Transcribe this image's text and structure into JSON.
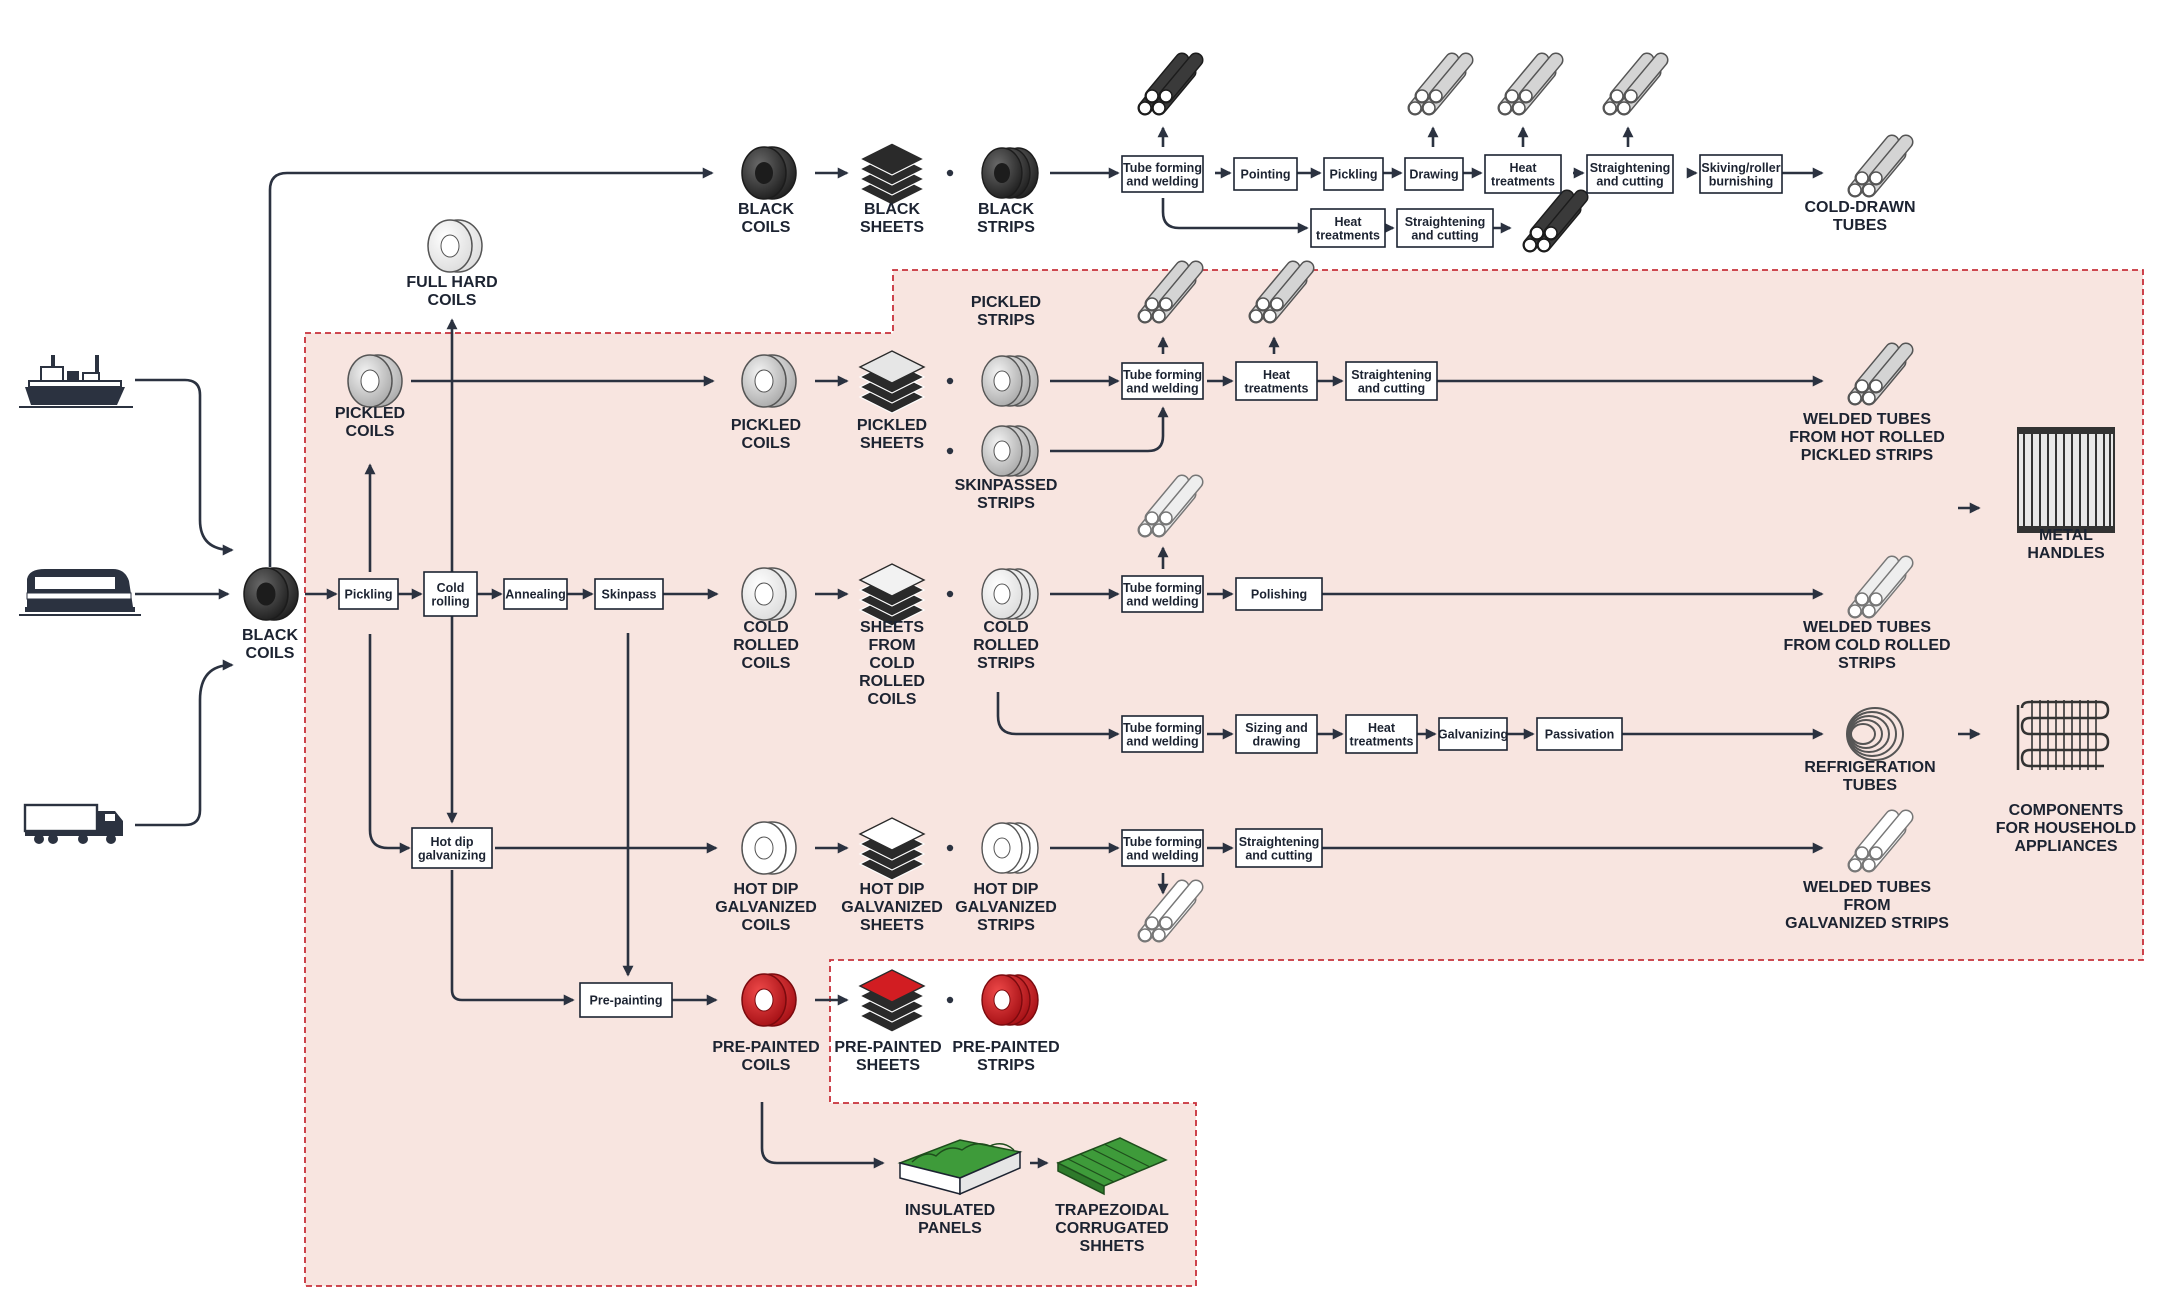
{
  "colors": {
    "ink": "#1c2331",
    "zone_fill": "#f8e5e0",
    "zone_border": "#c8303a",
    "black_coil": "#3a3a3a",
    "grey_coil": "#d0d0d0",
    "white_coil": "#ffffff",
    "red_coil": "#d21d22",
    "panel_green": "#3e9b3a"
  },
  "icons": {
    "transport": [
      "ship-icon",
      "train-icon",
      "truck-icon"
    ],
    "coil": "coil-icon",
    "sheets": "sheet-stack-icon",
    "strips": "strip-roll-icon",
    "tubes": "tube-bundle-icon",
    "panels": "panel-icon",
    "handles": "radiator-icon",
    "appliance": "condenser-icon"
  },
  "products": {
    "black_coils_source": "BLACK\nCOILS",
    "full_hard_coils": "FULL HARD\nCOILS",
    "pickled_coils_top": "PICKLED\nCOILS",
    "black_coils": "BLACK\nCOILS",
    "black_sheets": "BLACK\nSHEETS",
    "black_strips": "BLACK\nSTRIPS",
    "cold_drawn_tubes": "COLD-DRAWN\nTUBES",
    "pickled_strips": "PICKLED\nSTRIPS",
    "pickled_coils": "PICKLED\nCOILS",
    "pickled_sheets": "PICKLED\nSHEETS",
    "skinpassed_strips": "SKINPASSED\nSTRIPS",
    "welded_tubes_hot_rolled": "WELDED TUBES\nFROM HOT ROLLED\nPICKLED STRIPS",
    "metal_handles": "METAL\nHANDLES",
    "cold_rolled_coils": "COLD\nROLLED\nCOILS",
    "sheets_from_cold_rolled_coils": "SHEETS\nFROM\nCOLD\nROLLED\nCOILS",
    "cold_rolled_strips": "COLD\nROLLED\nSTRIPS",
    "welded_tubes_cold_rolled": "WELDED TUBES\nFROM COLD ROLLED\nSTRIPS",
    "refrigeration_tubes": "REFRIGERATION\nTUBES",
    "components_household": "COMPONENTS\nFOR HOUSEHOLD\nAPPLIANCES",
    "hot_dip_galvanized_coils": "HOT DIP\nGALVANIZED\nCOILS",
    "hot_dip_galvanized_sheets": "HOT DIP\nGALVANIZED\nSHEETS",
    "hot_dip_galvanized_strips": "HOT DIP\nGALVANIZED\nSTRIPS",
    "welded_tubes_galvanized": "WELDED TUBES\nFROM\nGALVANIZED STRIPS",
    "pre_painted_coils": "PRE-PAINTED\nCOILS",
    "pre_painted_sheets": "PRE-PAINTED\nSHEETS",
    "pre_painted_strips": "PRE-PAINTED\nSTRIPS",
    "insulated_panels": "INSULATED\nPANELS",
    "trapezoidal_sheets": "TRAPEZOIDAL\nCORRUGATED\nSHHETS"
  },
  "processes": {
    "pickling": "Pickling",
    "cold_rolling": "Cold\nrolling",
    "annealing": "Annealing",
    "skinpass": "Skinpass",
    "hot_dip_galvanizing": "Hot dip\ngalvanizing",
    "pre_painting": "Pre-painting",
    "r1_tube_forming": "Tube forming\nand welding",
    "r1_pointing": "Pointing",
    "r1_pickling": "Pickling",
    "r1_drawing": "Drawing",
    "r1_heat": "Heat\ntreatments",
    "r1_straightening": "Straightening\nand cutting",
    "r1_skiving": "Skiving/roller\nburnishing",
    "r1b_heat": "Heat\ntreatments",
    "r1b_straightening": "Straightening\nand cutting",
    "r2_tube_forming": "Tube forming\nand welding",
    "r2_heat": "Heat\ntreatments",
    "r2_straightening": "Straightening\nand cutting",
    "r3_tube_forming": "Tube forming\nand welding",
    "r3_polishing": "Polishing",
    "r4_tube_forming": "Tube forming\nand welding",
    "r4_sizing": "Sizing and\ndrawing",
    "r4_heat": "Heat\ntreatments",
    "r4_galvanizing": "Galvanizing",
    "r4_passivation": "Passivation",
    "r5_tube_forming": "Tube forming\nand welding",
    "r5_straightening": "Straightening\nand cutting"
  }
}
